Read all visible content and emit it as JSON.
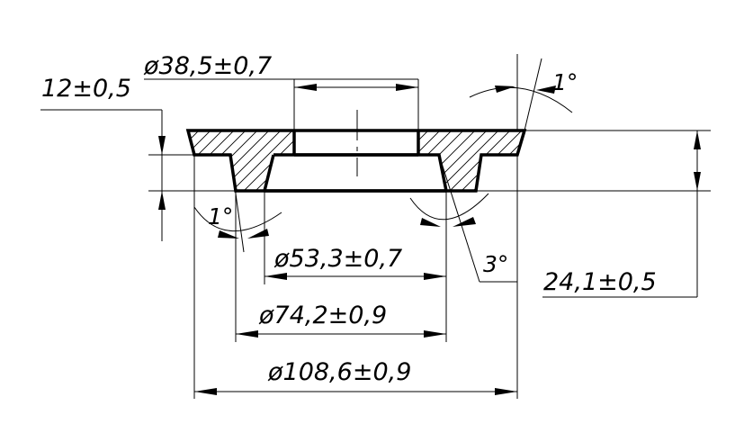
{
  "dimensions": {
    "height_small": "12±0,5",
    "dia_38": "ø38,5±0,7",
    "angle_top": "1°",
    "angle_left": "1°",
    "angle_right": "3°",
    "dia_53": "ø53,3±0,7",
    "height_total": "24,1±0,5",
    "dia_74": "ø74,2±0,9",
    "dia_108": "ø108,6±0,9"
  }
}
